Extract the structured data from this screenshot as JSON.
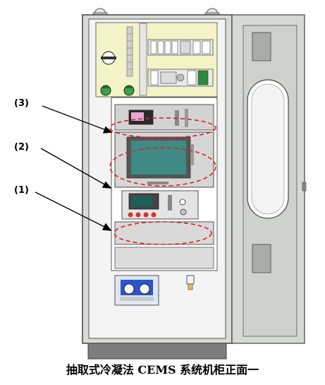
{
  "labels": [
    "(3)",
    "(2)",
    "(1)"
  ],
  "caption": "抽取式冷凝法 CEMS 系统机柜正面一",
  "colors": {
    "cabinet_frame": "#8a8a8a",
    "panel": "#f2f4c8",
    "door": "#d6d9d3",
    "highlight": "#e02020",
    "screen": "#3f8a84"
  },
  "icons": [
    "indicator-lamp-icon",
    "power-switch-icon",
    "peristaltic-pump-icon"
  ]
}
